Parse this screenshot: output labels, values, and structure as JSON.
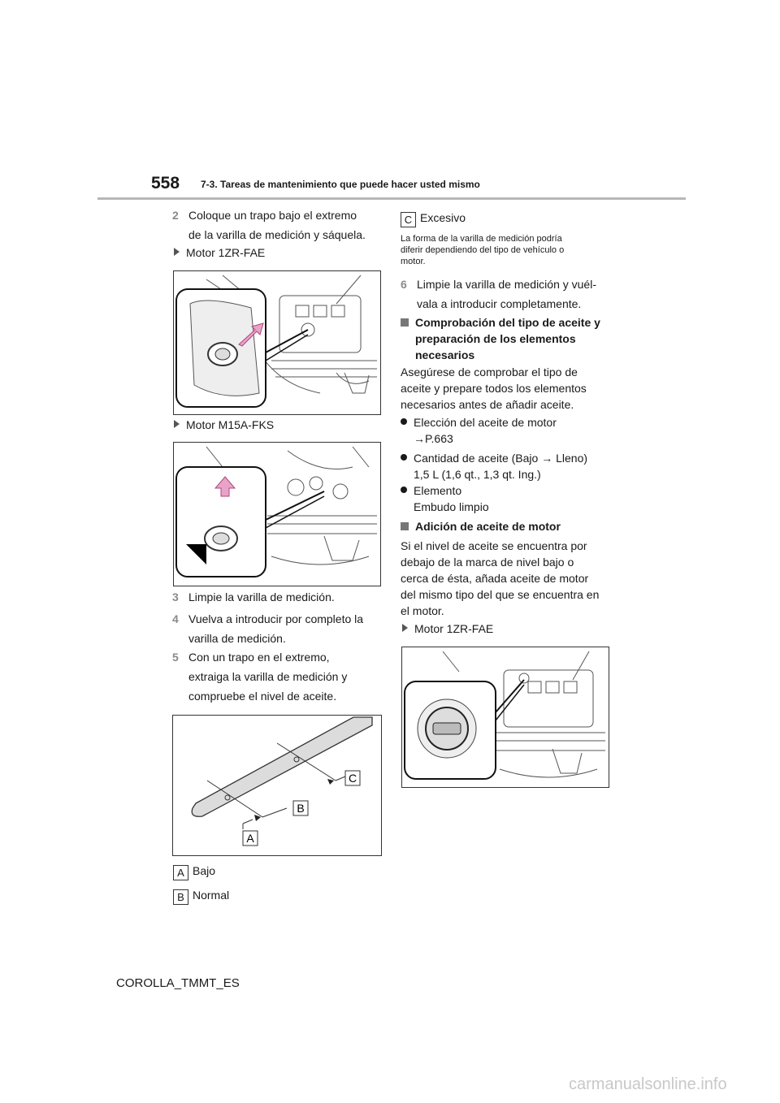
{
  "header": {
    "page_number": "558",
    "section": "7-3. Tareas de mantenimiento que puede hacer usted mismo"
  },
  "left": {
    "step2_num": "2",
    "step2_line1": "Coloque un trapo bajo el extremo",
    "step2_line2": "de la varilla de medición y sáquela.",
    "motor1": "Motor 1ZR-FAE",
    "motor2": "Motor M15A-FKS",
    "step3_num": "3",
    "step3": "Limpie la varilla de medición.",
    "step4_num": "4",
    "step4_line1": "Vuelva a introducir por completo la",
    "step4_line2": "varilla de medición.",
    "step5_num": "5",
    "step5_line1": "Con un trapo en el extremo,",
    "step5_line2": "extraiga la varilla de medición y",
    "step5_line3": "compruebe el nivel de aceite.",
    "legend_a_letter": "A",
    "legend_a": "Bajo",
    "legend_b_letter": "B",
    "legend_b": "Normal"
  },
  "dipstick_labels": {
    "a": "A",
    "b": "B",
    "c": "C"
  },
  "right": {
    "legend_c_letter": "C",
    "legend_c": "Excesivo",
    "note_line1": "La forma de la varilla de medición podría",
    "note_line2": "diferir dependiendo del tipo de vehículo o",
    "note_line3": "motor.",
    "step6_num": "6",
    "step6_line1": "Limpie la varilla de medición y vuél-",
    "step6_line2": "vala a introducir completamente.",
    "heading1_line1": "Comprobación del tipo de aceite y",
    "heading1_line2": "preparación de los elementos",
    "heading1_line3": "necesarios",
    "para1_line1": "Asegúrese de comprobar el tipo de",
    "para1_line2": "aceite y prepare todos los elementos",
    "para1_line3": "necesarios antes de añadir aceite.",
    "bullet1_line1": "Elección del aceite de motor",
    "bullet1_line2": "→P.663",
    "bullet2_line1": "Cantidad de aceite (Bajo → Lleno)",
    "bullet2_line2": "1,5 L (1,6 qt., 1,3 qt. Ing.)",
    "bullet3_line1": "Elemento",
    "bullet3_line2": "Embudo limpio",
    "heading2": "Adición de aceite de motor",
    "para2_line1": "Si el nivel de aceite se encuentra por",
    "para2_line2": "debajo de la marca de nivel bajo o",
    "para2_line3": "cerca de ésta, añada aceite de motor",
    "para2_line4": "del mismo tipo del que se encuentra en",
    "para2_line5": "el motor.",
    "motor3": "Motor 1ZR-FAE"
  },
  "footer": {
    "doc_code": "COROLLA_TMMT_ES",
    "watermark": "carmanualsonline.info"
  }
}
